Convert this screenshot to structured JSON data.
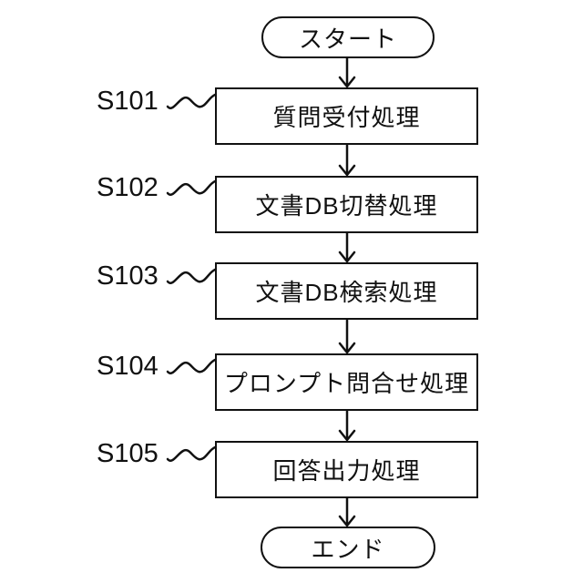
{
  "diagram": {
    "type": "flowchart",
    "start_label": "スタート",
    "end_label": "エンド",
    "steps": [
      {
        "id": "S101",
        "label": "質問受付処理"
      },
      {
        "id": "S102",
        "label": "文書DB切替処理"
      },
      {
        "id": "S103",
        "label": "文書DB検索処理"
      },
      {
        "id": "S104",
        "label": "プロンプト問合せ処理"
      },
      {
        "id": "S105",
        "label": "回答出力処理"
      }
    ],
    "colors": {
      "stroke": "#111111",
      "background": "#ffffff"
    }
  }
}
